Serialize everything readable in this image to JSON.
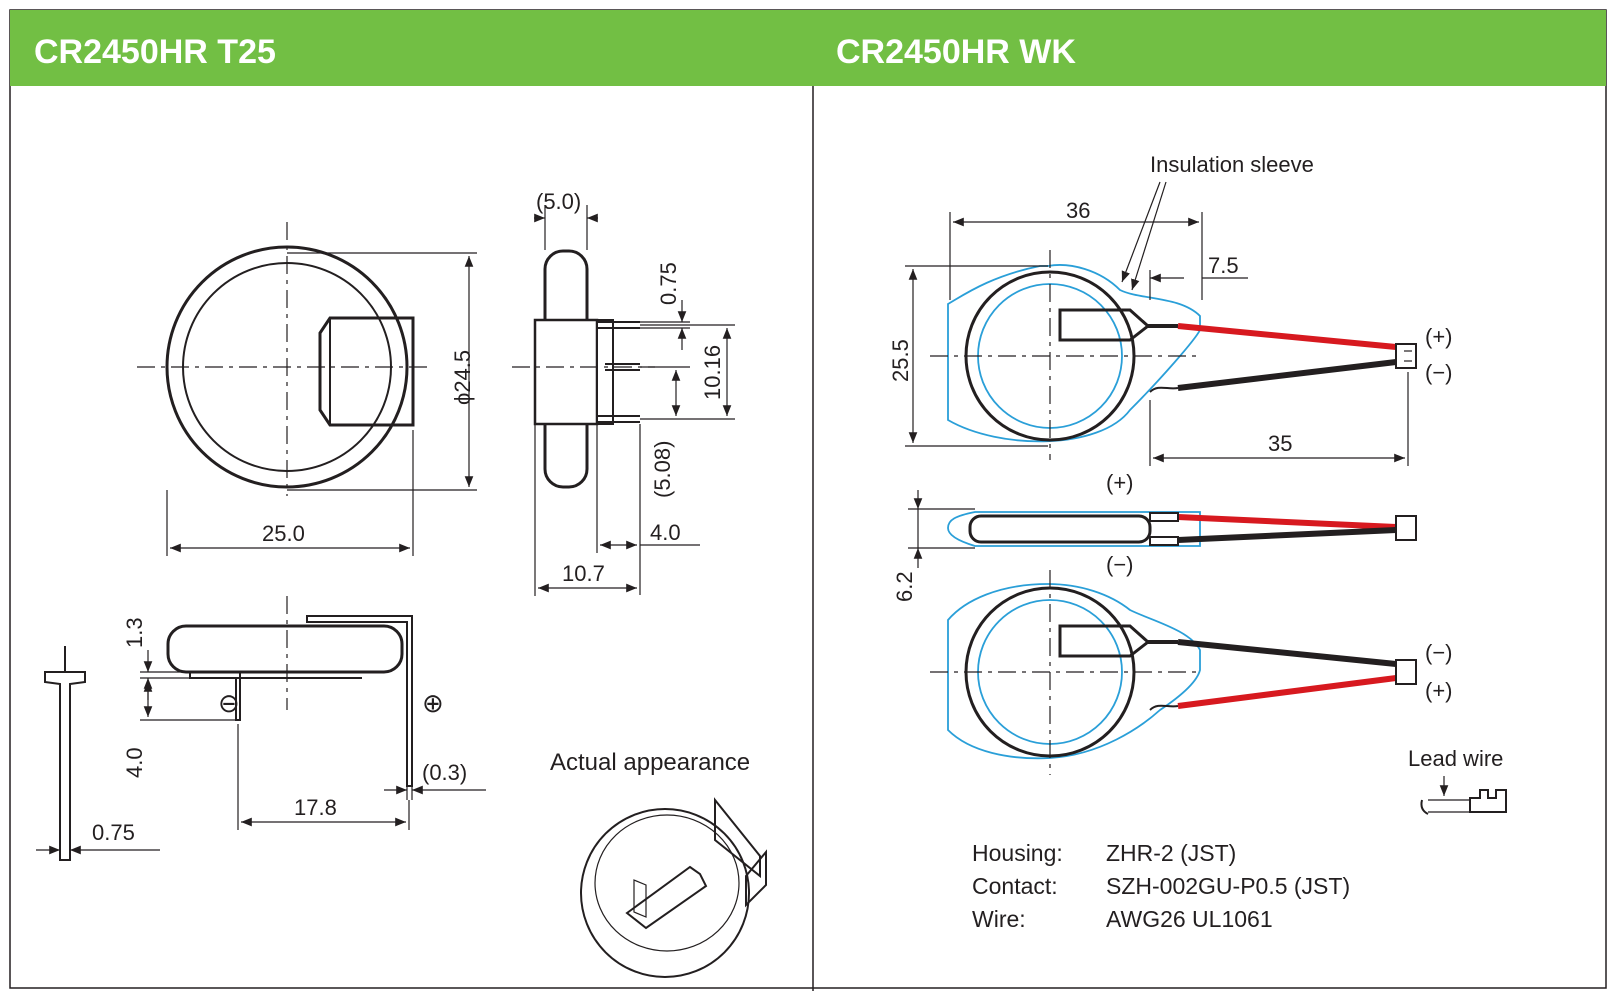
{
  "panels": {
    "left": {
      "title": "CR2450HR T25",
      "dims": {
        "d_5_0": "(5.0)",
        "d_0_75_top": "0.75",
        "d_phi_24_5": "ϕ24.5",
        "d_10_16": "10.16",
        "d_5_08": "(5.08)",
        "d_25_0": "25.0",
        "d_4_0_right": "4.0",
        "d_10_7": "10.7",
        "d_1_3": "1.3",
        "d_4_0_left": "4.0",
        "d_0_3": "(0.3)",
        "d_17_8": "17.8",
        "d_0_75_bottom": "0.75"
      },
      "minus_symbol": "⊖",
      "plus_symbol": "⊕",
      "actual_appearance": "Actual appearance"
    },
    "right": {
      "title": "CR2450HR WK",
      "insulation_sleeve": "Insulation sleeve",
      "dims": {
        "d_36": "36",
        "d_7_5": "7.5",
        "d_25_5": "25.5",
        "d_35": "35",
        "d_6_2": "6.2"
      },
      "polarity": {
        "top_plus": "(+)",
        "top_minus": "(−)",
        "side_plus": "(+)",
        "side_minus": "(−)",
        "bottom_minus": "(−)",
        "bottom_plus": "(+)"
      },
      "lead_wire": "Lead wire",
      "specs": [
        {
          "label": "Housing:",
          "value": "ZHR-2 (JST)"
        },
        {
          "label": "Contact:",
          "value": "SZH-002GU-P0.5 (JST)"
        },
        {
          "label": "Wire:",
          "value": "AWG26 UL1061"
        }
      ]
    }
  },
  "colors": {
    "header_green": "#72bf44",
    "wire_red": "#d7191f",
    "wire_black": "#231f20",
    "sleeve_blue": "#2a9fd8"
  }
}
